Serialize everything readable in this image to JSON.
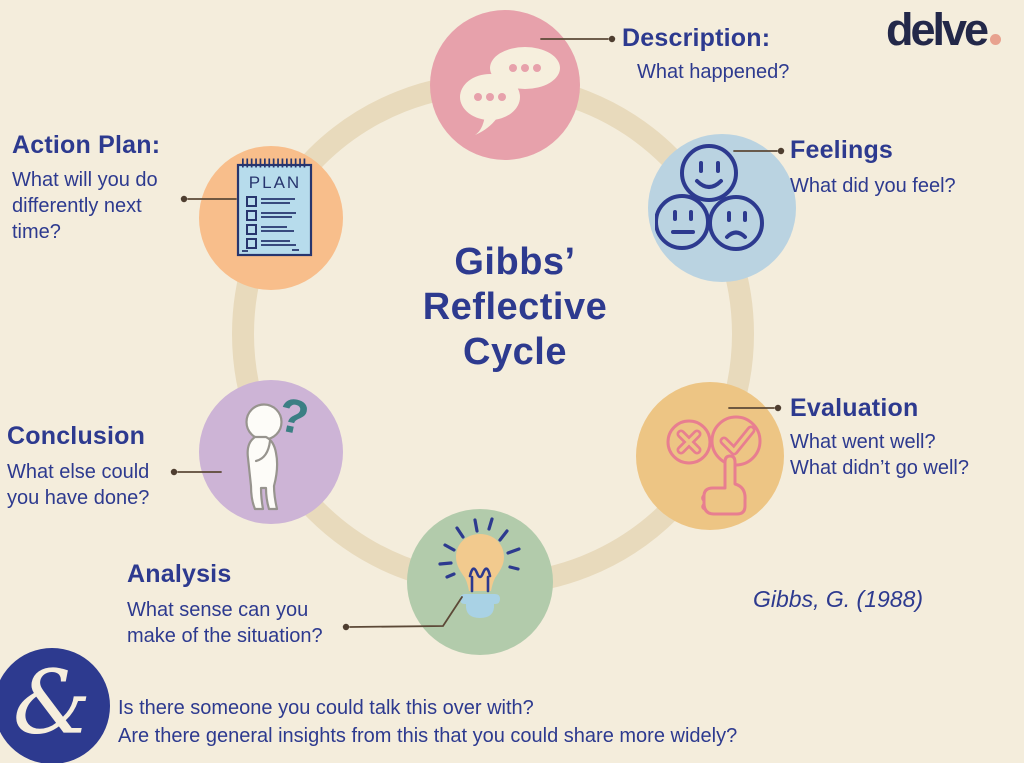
{
  "logo": {
    "name": "delve"
  },
  "title": {
    "line1": "Gibbs’",
    "line2": "Reflective",
    "line3": "Cycle"
  },
  "citation": "Gibbs, G. (1988)",
  "stages": [
    {
      "id": "description",
      "label": "Description:",
      "sublines": [
        "What happened?"
      ],
      "color": "#e7a1ab"
    },
    {
      "id": "feelings",
      "label": "Feelings",
      "sublines": [
        "What did you feel?"
      ],
      "color": "#bad3e1"
    },
    {
      "id": "evaluation",
      "label": "Evaluation",
      "sublines": [
        "What went well?",
        "What didn’t go well?"
      ],
      "color": "#edc584"
    },
    {
      "id": "analysis",
      "label": "Analysis",
      "sublines": [
        "What sense can you",
        "make of the situation?"
      ],
      "color": "#b2cbab"
    },
    {
      "id": "conclusion",
      "label": "Conclusion",
      "sublines": [
        "What else could",
        "you have done?"
      ],
      "color": "#cdb4d6"
    },
    {
      "id": "action_plan",
      "label": "Action Plan:",
      "sublines": [
        "What will you do",
        "differently next",
        "time?"
      ],
      "color": "#f8be8b"
    }
  ],
  "icons": {
    "plan_pad_label": "PLAN",
    "question_mark": "?",
    "ampersand": "&"
  },
  "footer": {
    "line1": "Is there someone you could talk this over with?",
    "line2": "Are there general insights from this that you could share more widely?"
  },
  "colors": {
    "background": "#f4eddc",
    "ring": "#e8dabc",
    "navy_text": "#2d3a8f",
    "logo_navy": "#232849",
    "logo_dot": "#e8a28f",
    "connector_line": "#5c4937",
    "bubble_cream": "#f6efdd",
    "evaluation_icon_pink": "#e87e90",
    "bulb_orange": "#f2ca8e",
    "bulb_socket_blue": "#a9d2e5",
    "plan_pad_blue": "#b7dcec",
    "question_mark_teal": "#3b7f84",
    "footer_circle_navy": "#2d3a8f"
  }
}
